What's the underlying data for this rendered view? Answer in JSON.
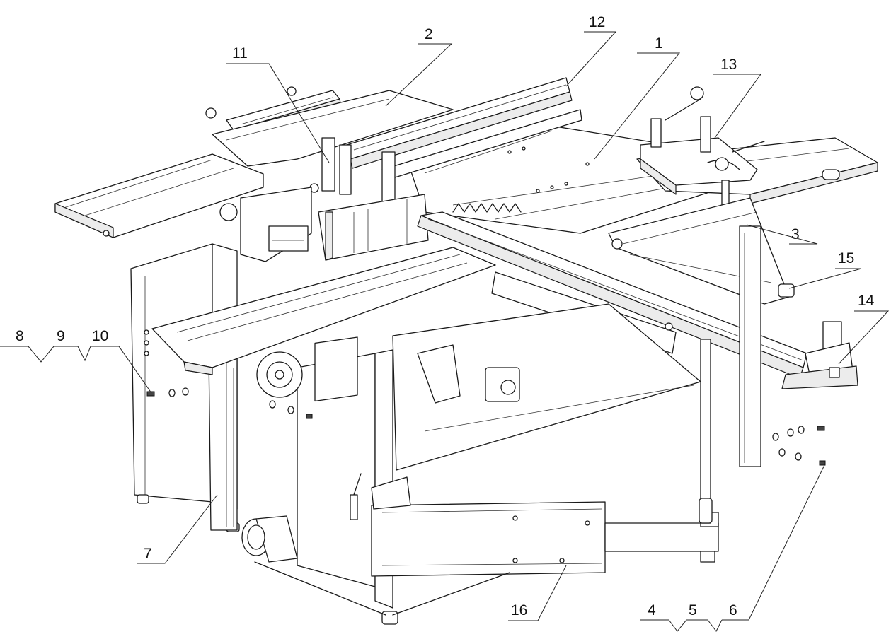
{
  "callouts": [
    {
      "id": "c1",
      "text": "1"
    },
    {
      "id": "c2",
      "text": "2"
    },
    {
      "id": "c3",
      "text": "3"
    },
    {
      "id": "c4",
      "text": "4"
    },
    {
      "id": "c5",
      "text": "5"
    },
    {
      "id": "c6",
      "text": "6"
    },
    {
      "id": "c7",
      "text": "7"
    },
    {
      "id": "c8",
      "text": "8"
    },
    {
      "id": "c9",
      "text": "9"
    },
    {
      "id": "c10",
      "text": "10"
    },
    {
      "id": "c11",
      "text": "11"
    },
    {
      "id": "c12",
      "text": "12"
    },
    {
      "id": "c13",
      "text": "13"
    },
    {
      "id": "c14",
      "text": "14"
    },
    {
      "id": "c15",
      "text": "15"
    },
    {
      "id": "c16",
      "text": "16"
    }
  ],
  "line_color": "#1a1a1a",
  "background_color": "#ffffff"
}
